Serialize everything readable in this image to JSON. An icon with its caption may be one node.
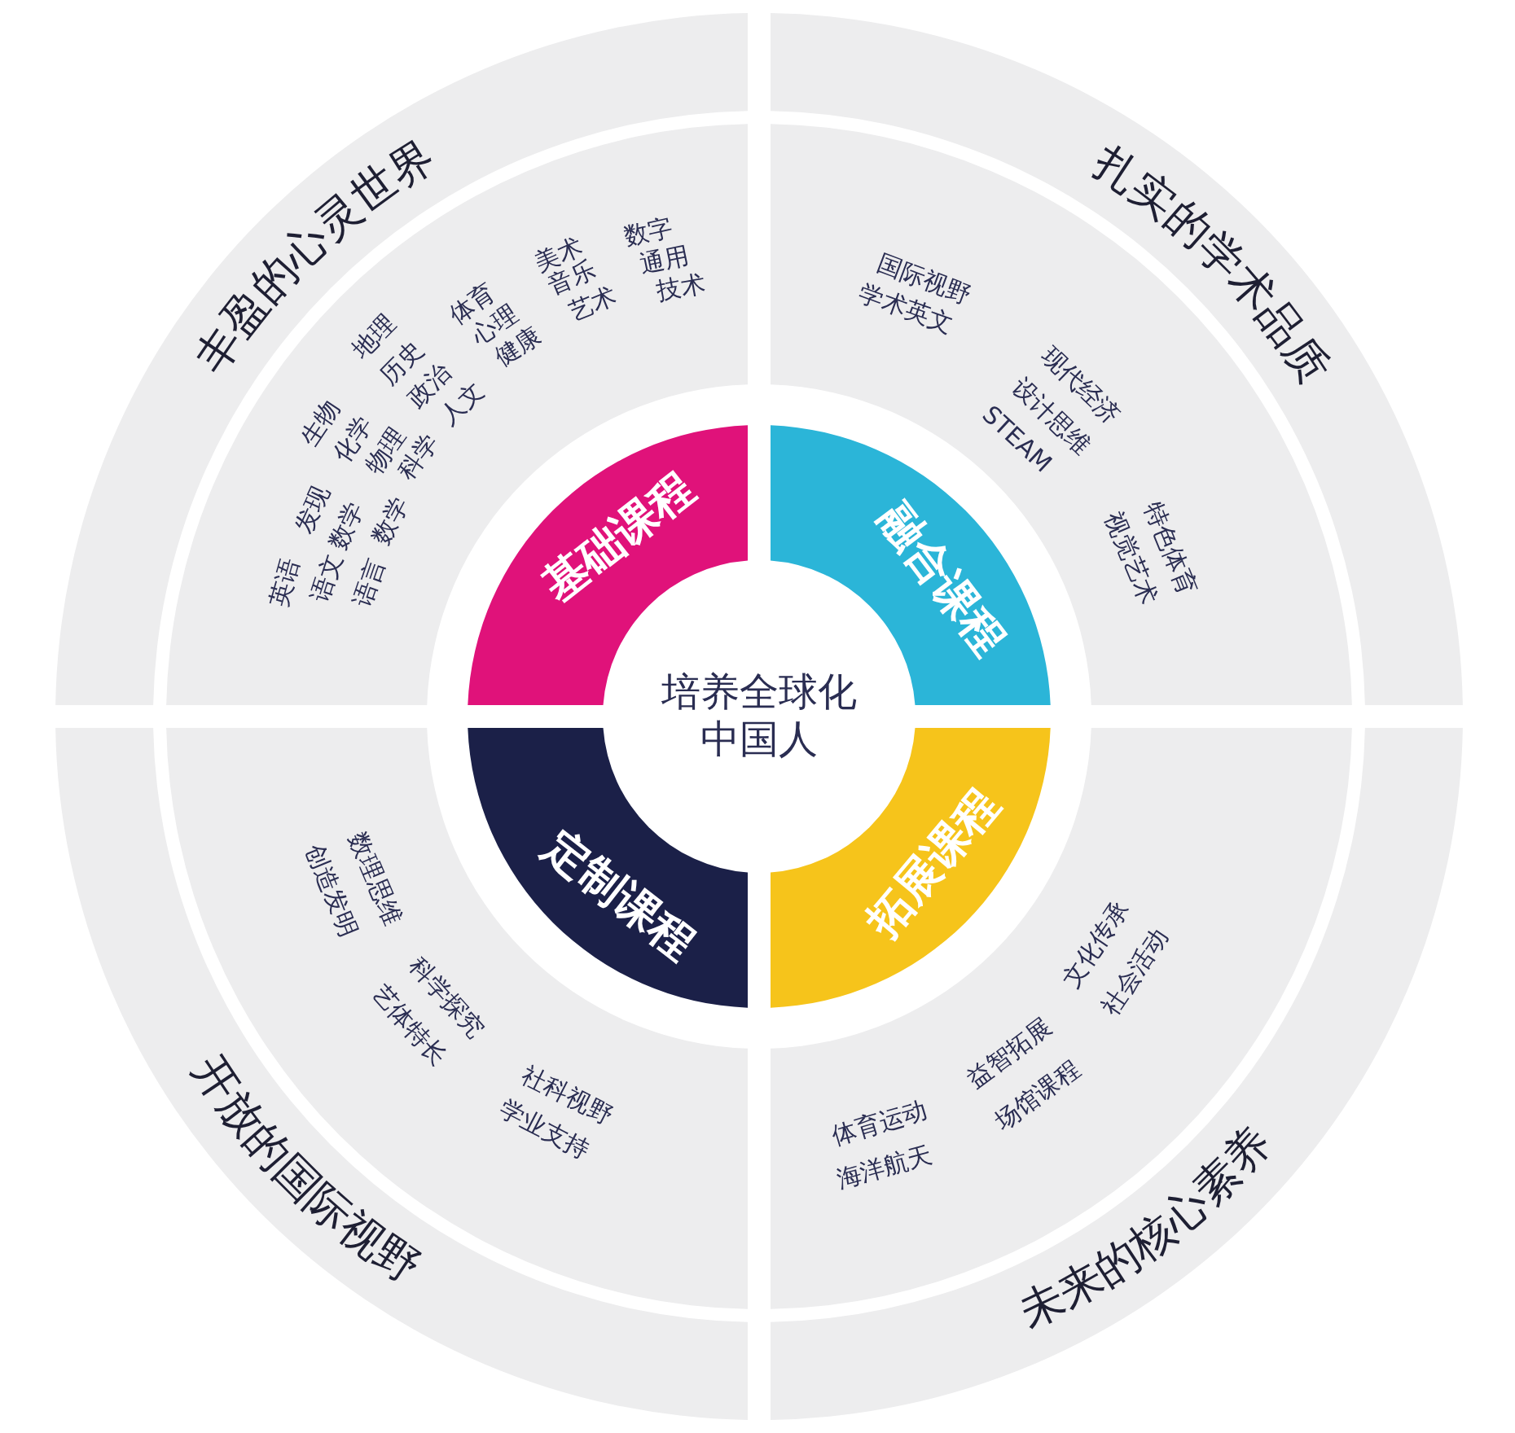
{
  "diagram": {
    "nodes": [
      {
        "text": [
          "培养全球化中国人"
        ]
      },
      {
        "text": [
          "基础课程"
        ]
      },
      {
        "text": [
          "融合课程"
        ]
      },
      {
        "text": [
          "定制课程"
        ]
      },
      {
        "text": [
          "拓展课程"
        ]
      },
      {
        "text": [
          "英语",
          "语文",
          "语言",
          "发现",
          "数学",
          "数学",
          "生物",
          "化学",
          "物理",
          "科学",
          "地理",
          "历史",
          "政治",
          "人文",
          "体育",
          "心理",
          "健康",
          "美术",
          "音乐",
          "艺术",
          "数字",
          "通用",
          "技术"
        ]
      },
      {
        "text": [
          "国际视野",
          "学术英文",
          "现代经济",
          "设计思维",
          "STEAM",
          "特色体育",
          "视觉艺术"
        ]
      },
      {
        "text": [
          "数理思维",
          "创造发明",
          "科学探究",
          "艺体特长",
          "社科视野",
          "学业支持"
        ]
      },
      {
        "text": [
          "文化传承",
          "社会活动",
          "益智拓展",
          "场馆课程",
          "体育运动",
          "海洋航天"
        ]
      },
      {
        "text": [
          "丰盈的心灵世界"
        ]
      },
      {
        "text": [
          "扎实的学术品质"
        ]
      },
      {
        "text": [
          "开放的国际视野"
        ]
      },
      {
        "text": [
          "未来的核心素养"
        ]
      }
    ]
  }
}
